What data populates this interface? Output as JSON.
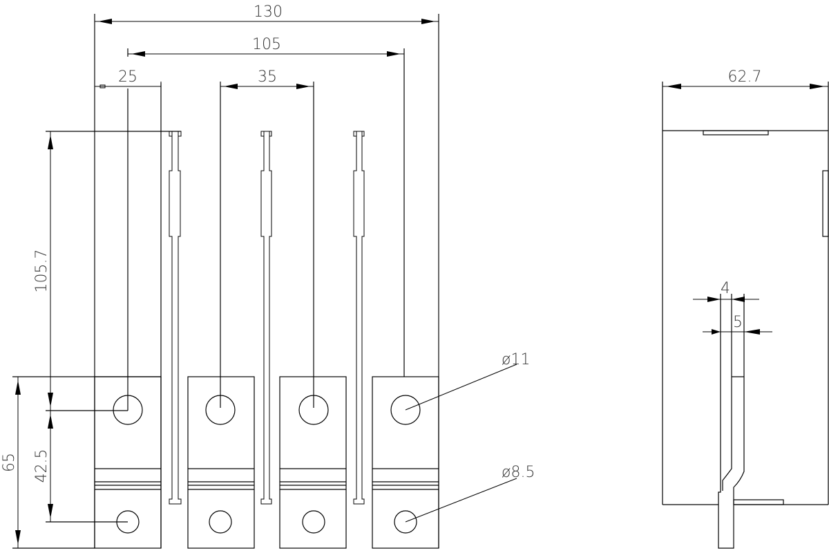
{
  "drawing": {
    "background": "#ffffff",
    "line_color": "#000000",
    "text_color": "#333333",
    "front_view": {
      "dimensions": {
        "overall_width": "130",
        "pole_span": "105",
        "edge_to_first_hole": "25",
        "pole_pitch": "35",
        "height_to_hole": "105.7",
        "terminal_height": "65",
        "hole_spacing": "42.5",
        "large_hole_diameter": "ø11",
        "small_hole_diameter": "ø8.5"
      },
      "terminals": 4,
      "separators": 3
    },
    "side_view": {
      "dimensions": {
        "depth": "62.7",
        "plate_thickness": "4",
        "slot_width": "5"
      }
    }
  }
}
